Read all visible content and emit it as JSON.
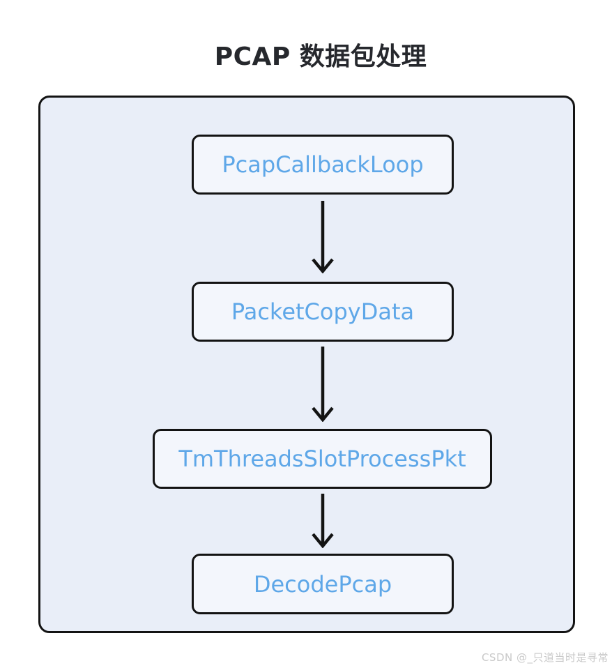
{
  "page": {
    "title": "PCAP 数据包处理",
    "watermark": "CSDN @_只道当时是寻常"
  },
  "diagram": {
    "type": "flowchart",
    "direction": "top-down",
    "nodes": [
      {
        "id": "pcap-callback-loop",
        "label": "PcapCallbackLoop"
      },
      {
        "id": "packet-copy-data",
        "label": "PacketCopyData"
      },
      {
        "id": "tm-threads-slot-process-pkt",
        "label": "TmThreadsSlotProcessPkt"
      },
      {
        "id": "decode-pcap",
        "label": "DecodePcap"
      }
    ],
    "edges": [
      {
        "from": "PcapCallbackLoop",
        "to": "PacketCopyData"
      },
      {
        "from": "PacketCopyData",
        "to": "TmThreadsSlotProcessPkt"
      },
      {
        "from": "TmThreadsSlotProcessPkt",
        "to": "DecodePcap"
      }
    ],
    "colors": {
      "page_background": "#ffffff",
      "container_fill": "#e9eef8",
      "node_fill": "#f3f6fc",
      "border": "#131313",
      "node_text": "#5ea7e8",
      "title_text": "#26282d",
      "arrow": "#131313",
      "watermark_text": "#c9c9c9"
    }
  }
}
